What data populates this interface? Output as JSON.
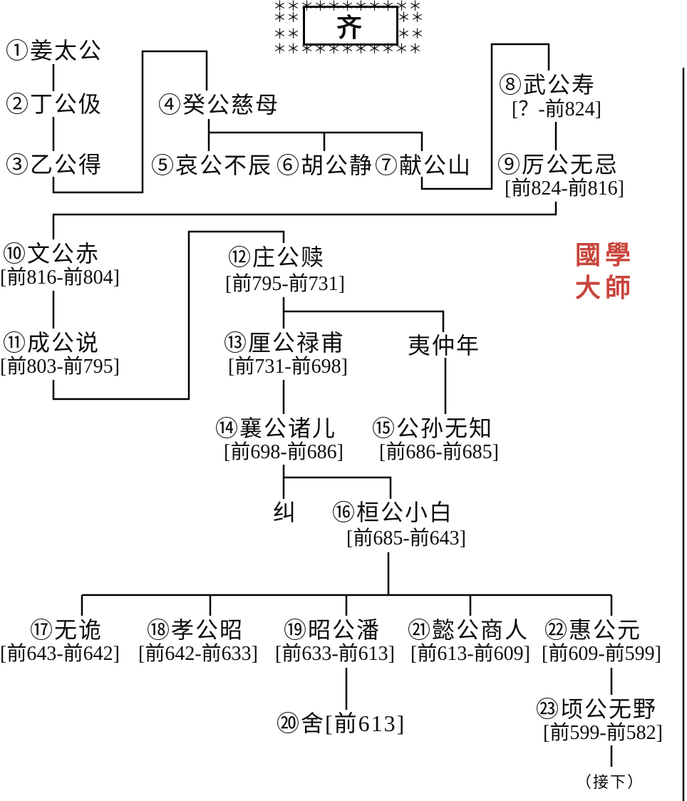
{
  "title": {
    "state_name": "齐",
    "stars_row": "＊＊＊＊＊＊＊＊＊＊＊",
    "stars_side": "＊＊\n＊＊"
  },
  "rulers": {
    "r1": {
      "name": "①姜太公"
    },
    "r2": {
      "name": "②丁公伋"
    },
    "r3": {
      "name": "③乙公得"
    },
    "r4": {
      "name": "④癸公慈母"
    },
    "r5": {
      "name": "⑤哀公不辰"
    },
    "r6": {
      "name": "⑥胡公静"
    },
    "r7": {
      "name": "⑦献公山"
    },
    "r8": {
      "name": "⑧武公寿",
      "dates": "[？-前824]"
    },
    "r9": {
      "name": "⑨厉公无忌",
      "dates": "[前824-前816]"
    },
    "r10": {
      "name": "⑩文公赤",
      "dates": "[前816-前804]"
    },
    "r11": {
      "name": "⑪成公说",
      "dates": "[前803-前795]"
    },
    "r12": {
      "name": "⑫庄公赎",
      "dates": "[前795-前731]"
    },
    "r13": {
      "name": "⑬厘公禄甫",
      "dates": "[前731-前698]"
    },
    "yi": {
      "name": "夷仲年"
    },
    "r14": {
      "name": "⑭襄公诸儿",
      "dates": "[前698-前686]"
    },
    "r15": {
      "name": "⑮公孙无知",
      "dates": "[前686-前685]"
    },
    "jiu": {
      "name": "纠"
    },
    "r16": {
      "name": "⑯桓公小白",
      "dates": "[前685-前643]"
    },
    "r17": {
      "name": "⑰无诡",
      "dates": "[前643-前642]"
    },
    "r18": {
      "name": "⑱孝公昭",
      "dates": "[前642-前633]"
    },
    "r19": {
      "name": "⑲昭公潘",
      "dates": "[前633-前613]"
    },
    "r20": {
      "name": "⑳舍[前613]"
    },
    "r21": {
      "name": "㉑懿公商人",
      "dates": "[前613-前609]"
    },
    "r22": {
      "name": "㉒惠公元",
      "dates": "[前609-前599]"
    },
    "r23": {
      "name": "㉓顷公无野",
      "dates": "[前599-前582]"
    },
    "cont": {
      "name": "（接下）"
    }
  },
  "seal": {
    "c1": "國",
    "c2": "學",
    "c3": "大",
    "c4": "師",
    "color": "#c5352b"
  }
}
